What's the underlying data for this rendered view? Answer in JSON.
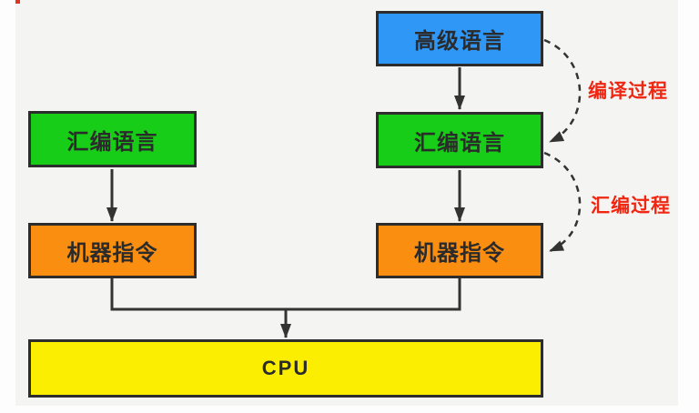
{
  "page": {
    "outer_bg": "#fdfdfd",
    "canvas_bg": "#f4f4f2",
    "line_color": "#333333"
  },
  "nodes": {
    "high_level_language": {
      "label": "高级语言",
      "fill": "#2f97f6"
    },
    "assembly_language_left": {
      "label": "汇编语言",
      "fill": "#17cd17"
    },
    "assembly_language_right": {
      "label": "汇编语言",
      "fill": "#17cd17"
    },
    "machine_instructions_left": {
      "label": "机器指令",
      "fill": "#fa8e11"
    },
    "machine_instructions_right": {
      "label": "机器指令",
      "fill": "#fa8e11"
    },
    "cpu": {
      "label": "CPU",
      "fill": "#fcee00"
    }
  },
  "annotations": {
    "compile_process": {
      "label": "编译过程",
      "color": "#ef2612"
    },
    "assembly_process": {
      "label": "汇编过程",
      "color": "#ef2612"
    }
  }
}
